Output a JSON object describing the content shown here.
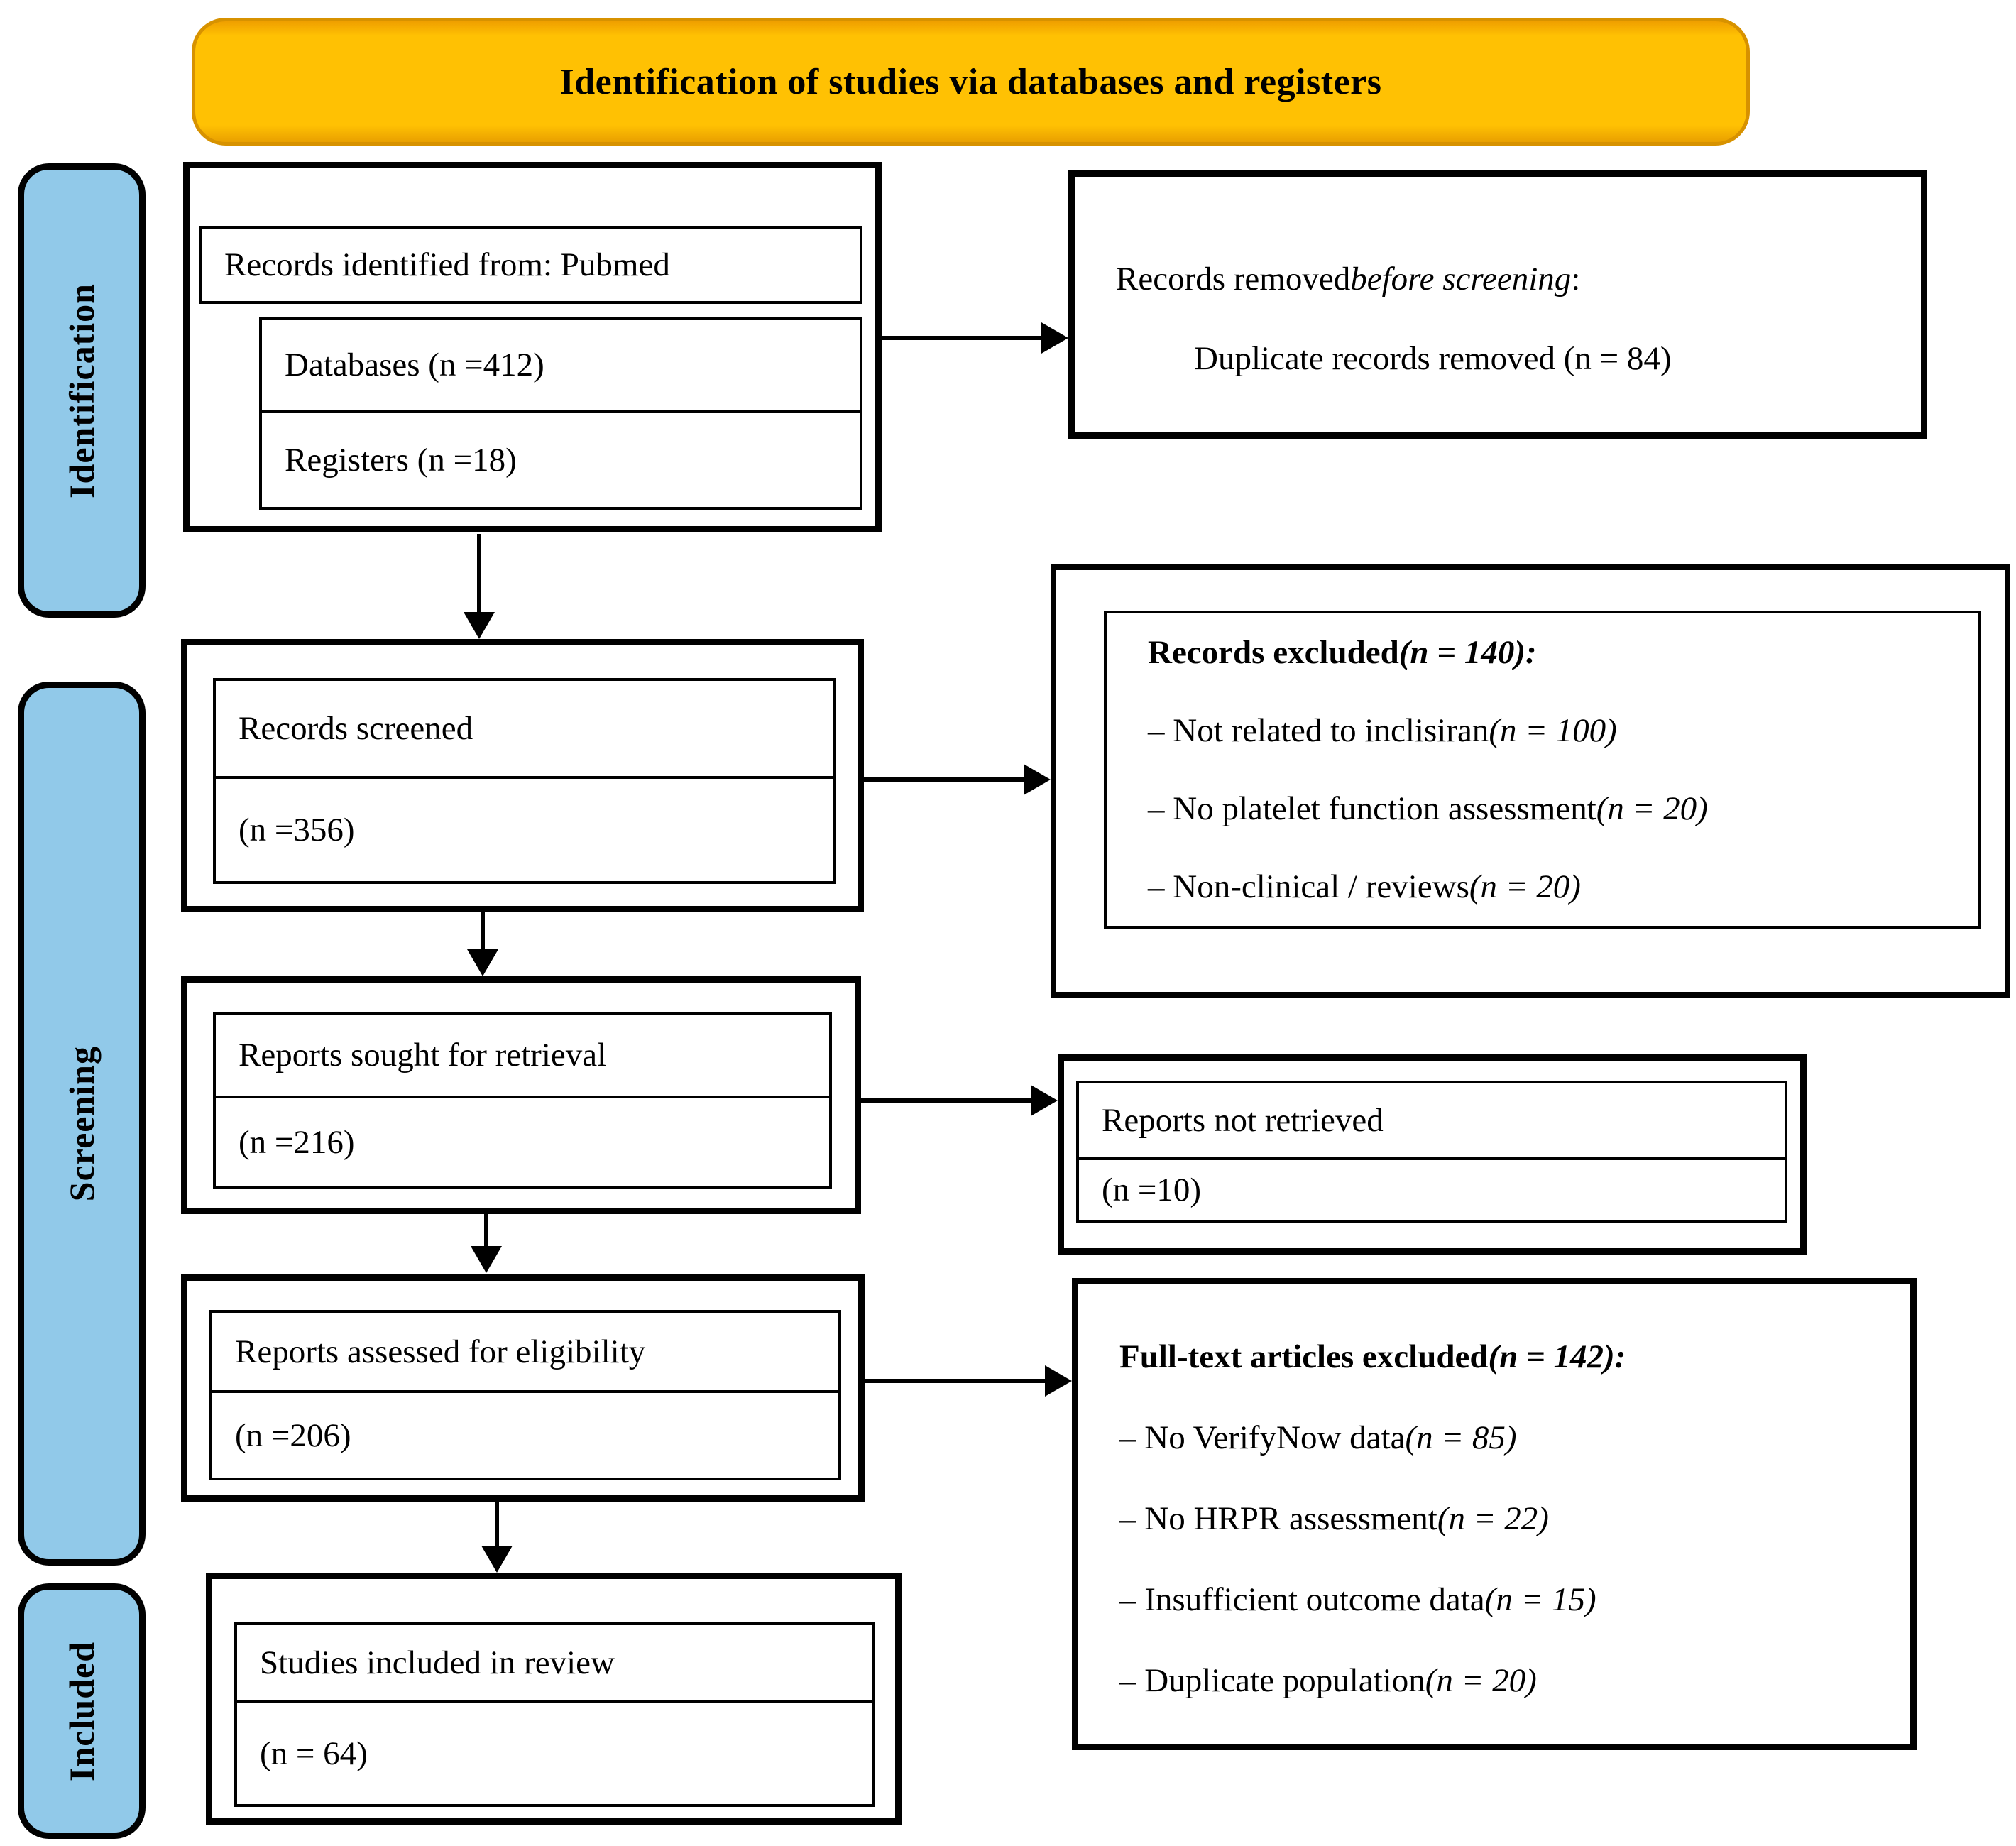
{
  "banner": {
    "title": "Identification of studies via databases and registers"
  },
  "sidebar": {
    "identification": "Identification",
    "screening": "Screening",
    "included": "Included"
  },
  "colors": {
    "banner_fill": "#FFC103",
    "banner_border": "#D79200",
    "sidebar_fill": "#91C9E9",
    "line_color": "#000000"
  },
  "boxes": {
    "identified": {
      "title": "Records identified from: Pubmed",
      "rows": [
        "Databases (n =412)",
        "Registers (n =18)"
      ]
    },
    "removed": {
      "prefix": "Records removed ",
      "italic": "before screening",
      "suffix": ":",
      "detail": "Duplicate records removed (n = 84)"
    },
    "screened": {
      "title": "Records screened",
      "count": "(n =356)"
    },
    "excluded": {
      "heading": "Records excluded ",
      "heading_n": "(n = 140):",
      "items": [
        {
          "text": "– Not related to inclisiran ",
          "n": "(n = 100)"
        },
        {
          "text": "– No platelet function assessment ",
          "n": "(n = 20)"
        },
        {
          "text": "– Non-clinical / reviews ",
          "n": "(n = 20)"
        }
      ]
    },
    "sought": {
      "title": "Reports sought for retrieval",
      "count": "(n =216)"
    },
    "not_retrieved": {
      "title": "Reports not retrieved",
      "count": "(n =10)"
    },
    "assessed": {
      "title": "Reports assessed for eligibility",
      "count": "(n =206)"
    },
    "fulltext_excluded": {
      "heading": "Full-text articles excluded ",
      "heading_n": "(n = 142):",
      "items": [
        {
          "text": "– No VerifyNow data ",
          "n": "(n = 85)"
        },
        {
          "text": "– No HRPR assessment ",
          "n": "(n = 22)"
        },
        {
          "text": "– Insufficient outcome data ",
          "n": "(n = 15)"
        },
        {
          "text": "– Duplicate population ",
          "n": "(n = 20)"
        }
      ]
    },
    "included_box": {
      "title": "Studies included in review",
      "count": "(n = 64)"
    }
  }
}
